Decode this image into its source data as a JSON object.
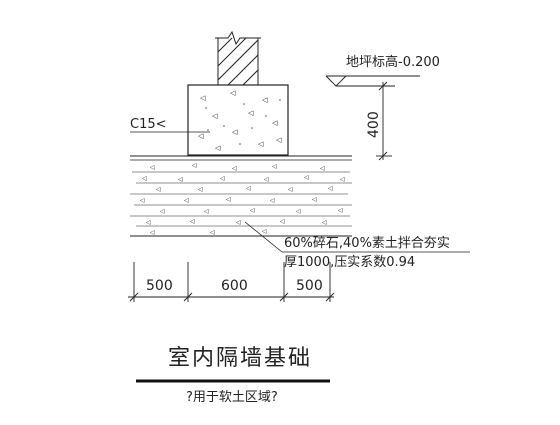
{
  "drawing": {
    "title": "室内隔墙基础",
    "subtitle": "?用于软土区域?",
    "elevation_label": "地坪标高-0.200",
    "concrete_label": "C15<",
    "height_dim": "400",
    "fill_spec_line1": "60%碎石,40%素土拌合夯实",
    "fill_spec_line2": "厚1000,压实系数0.94",
    "bottom_dims": [
      "500",
      "600",
      "500"
    ]
  }
}
